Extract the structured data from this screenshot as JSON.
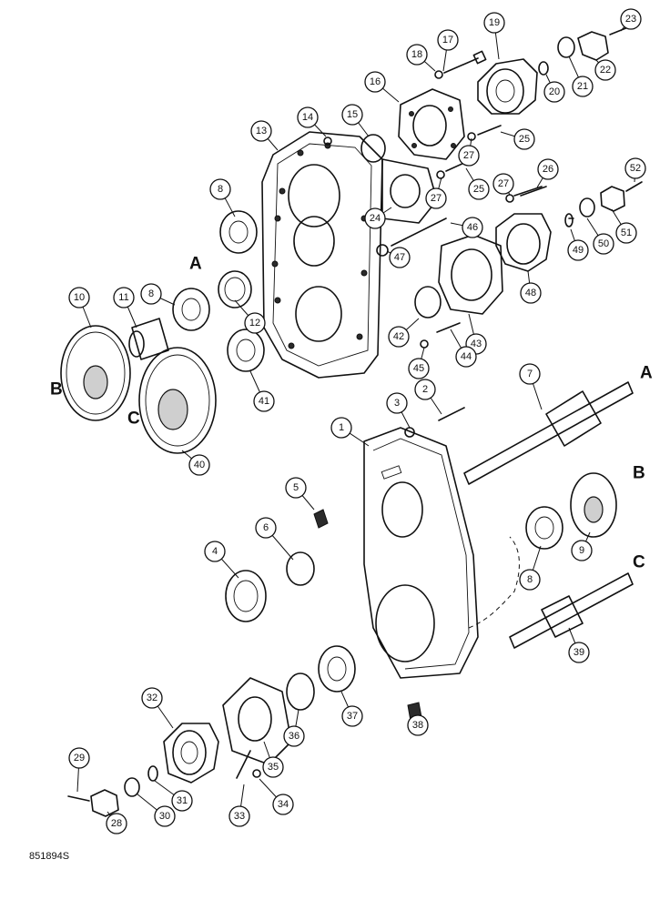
{
  "figure_id": "851894S",
  "callouts": [
    "1",
    "2",
    "3",
    "4",
    "5",
    "6",
    "7",
    "8",
    "8",
    "8",
    "9",
    "10",
    "11",
    "12",
    "13",
    "14",
    "15",
    "16",
    "17",
    "18",
    "19",
    "20",
    "21",
    "22",
    "23",
    "24",
    "25",
    "25",
    "26",
    "27",
    "27",
    "27",
    "28",
    "29",
    "30",
    "31",
    "32",
    "33",
    "34",
    "35",
    "36",
    "37",
    "38",
    "39",
    "40",
    "41",
    "42",
    "43",
    "44",
    "45",
    "46",
    "47",
    "48",
    "49",
    "50",
    "51",
    "52"
  ],
  "letters": [
    "A",
    "A",
    "B",
    "B",
    "C",
    "C"
  ]
}
